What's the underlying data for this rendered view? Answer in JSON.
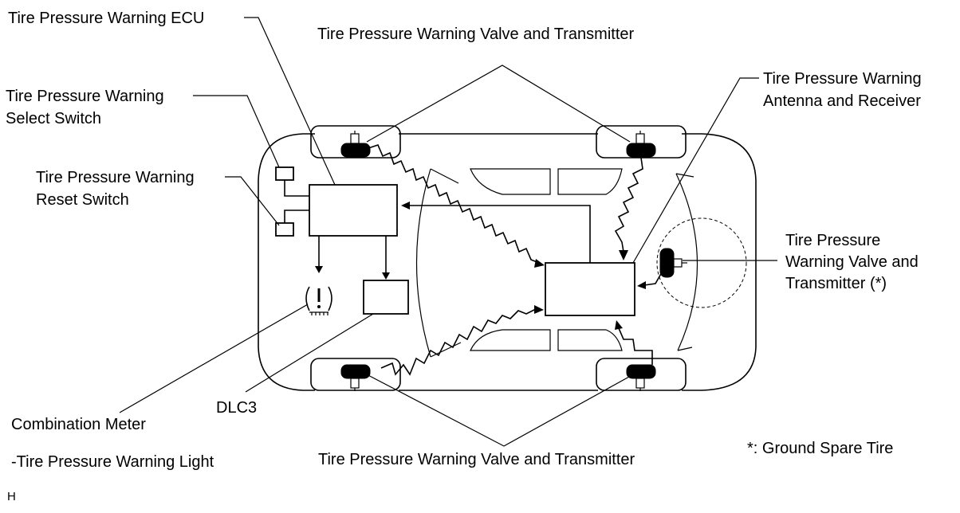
{
  "labels": {
    "ecu": "Tire Pressure Warning ECU",
    "valve_top": "Tire Pressure Warning Valve and Transmitter",
    "select_switch_1": "Tire Pressure Warning",
    "select_switch_2": "Select Switch",
    "antenna_1": "Tire Pressure Warning",
    "antenna_2": "Antenna and Receiver",
    "reset_switch_1": "Tire Pressure Warning",
    "reset_switch_2": "Reset Switch",
    "spare_1": "Tire Pressure",
    "spare_2": "Warning Valve and",
    "spare_3": "Transmitter (*)",
    "dlc3": "DLC3",
    "combination_meter": "Combination Meter",
    "warning_light": "-Tire Pressure Warning Light",
    "valve_bottom": "Tire Pressure Warning Valve and Transmitter",
    "spare_note": "*: Ground Spare Tire",
    "corner_mark": "H"
  },
  "icons": {
    "warning_light": "tire-pressure-warning-light-icon"
  }
}
